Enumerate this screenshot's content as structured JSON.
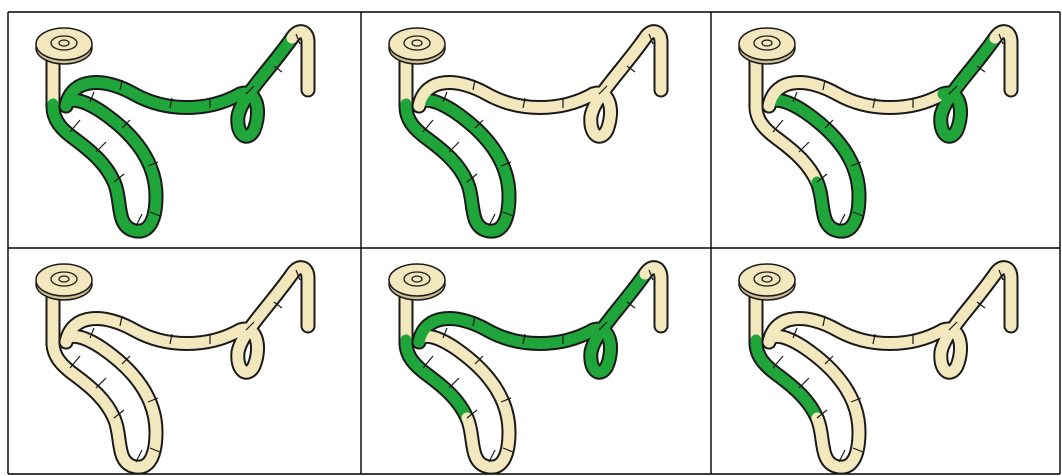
{
  "figure": {
    "rows": 2,
    "cols": 3,
    "colors": {
      "tube_base": "#F3E7BE",
      "tube_highlight": "#1FA53A",
      "outline": "#1a1a1a",
      "grid_line": "#000000",
      "background": "#ffffff"
    },
    "panels": [
      {
        "position": "top-left",
        "highlight_segments": [
          "left-loop",
          "middle-arc",
          "right-curl"
        ]
      },
      {
        "position": "top-middle",
        "highlight_segments": [
          "left-loop"
        ]
      },
      {
        "position": "top-right",
        "highlight_segments": [
          "left-loop-lower",
          "right-curl"
        ]
      },
      {
        "position": "bottom-left",
        "highlight_segments": []
      },
      {
        "position": "bottom-middle",
        "highlight_segments": [
          "left-loop-upper",
          "middle-arc",
          "right-curl"
        ]
      },
      {
        "position": "bottom-right",
        "highlight_segments": [
          "left-loop-upper"
        ]
      }
    ]
  }
}
